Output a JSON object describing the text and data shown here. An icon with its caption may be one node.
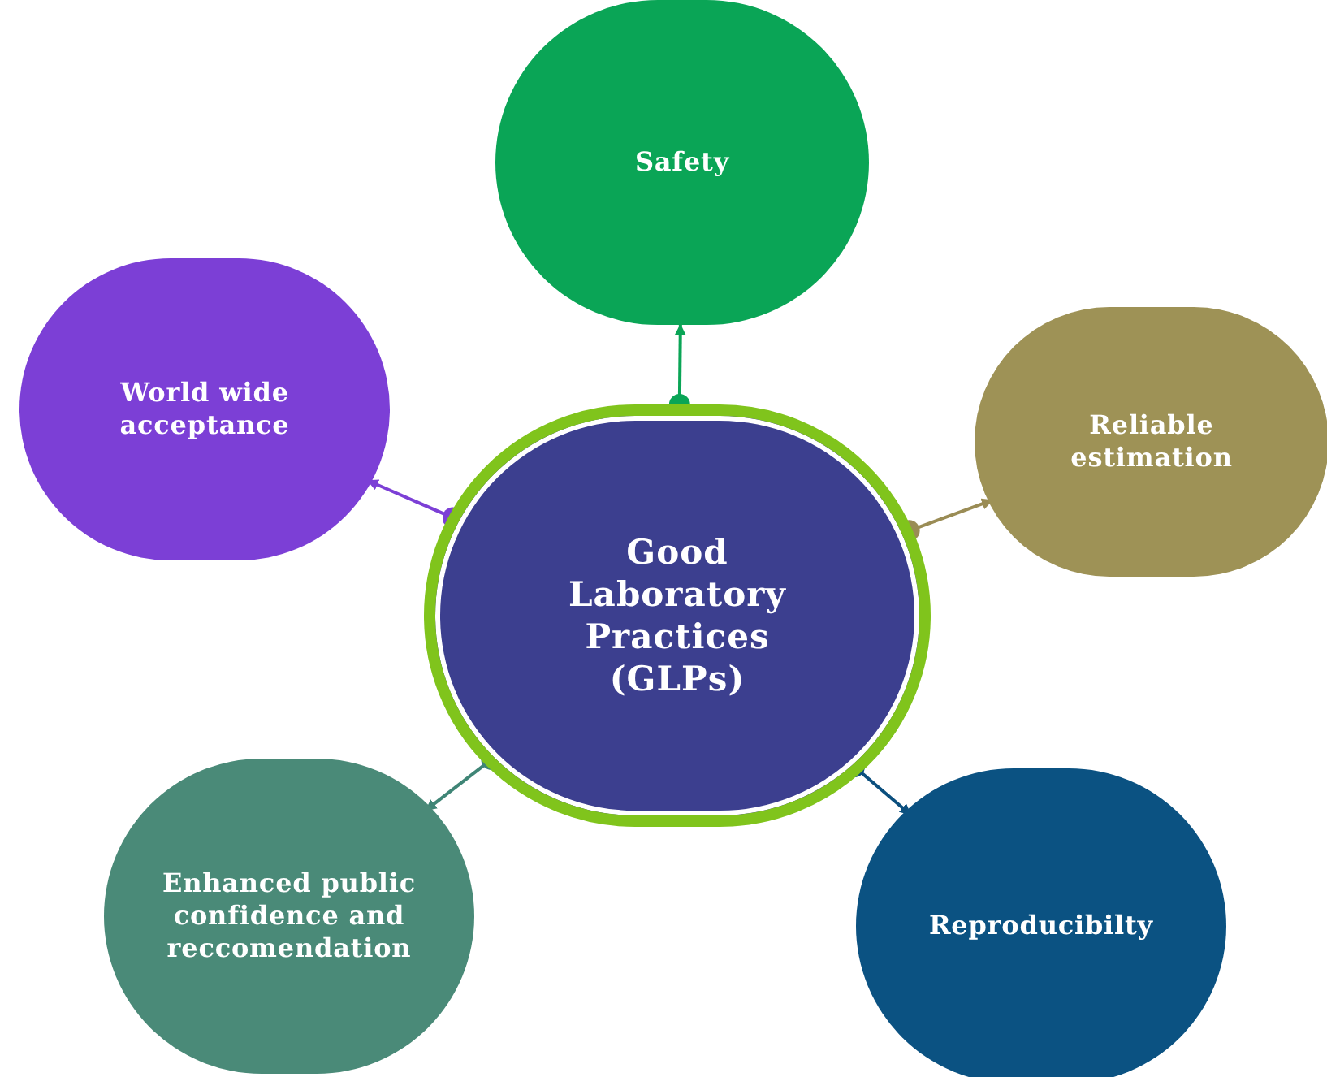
{
  "diagram": {
    "nodes": [
      {
        "text": [
          "Good Laboratory Practices (GLPs)"
        ]
      },
      {
        "text": [
          "Safety"
        ]
      },
      {
        "text": [
          "World wide acceptance"
        ]
      },
      {
        "text": [
          "Reliable estimation"
        ]
      },
      {
        "text": [
          "Enhanced public confidence and reccomendation"
        ]
      },
      {
        "text": [
          "Reproducibilty"
        ]
      }
    ],
    "edges": [
      {
        "from": 0,
        "to": 1,
        "arrow": "to",
        "color": "#0aa556"
      },
      {
        "from": 0,
        "to": 2,
        "arrow": "to",
        "color": "#7c3fd6"
      },
      {
        "from": 0,
        "to": 3,
        "arrow": "to",
        "color": "#9a8c55"
      },
      {
        "from": 0,
        "to": 4,
        "arrow": "to",
        "color": "#3f8576"
      },
      {
        "from": 0,
        "to": 5,
        "arrow": "to",
        "color": "#0b4f7e"
      }
    ]
  }
}
